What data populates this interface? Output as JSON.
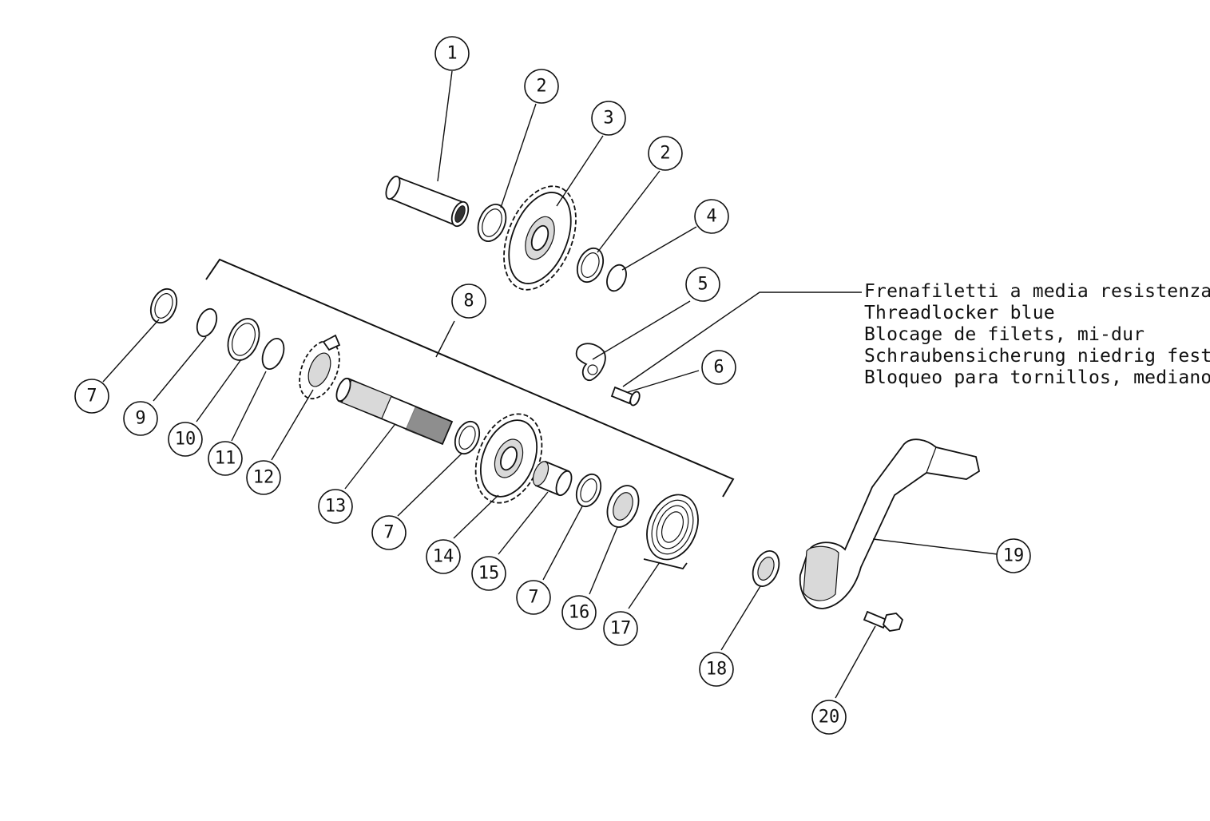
{
  "callouts": [
    {
      "id": "c1",
      "label": "1"
    },
    {
      "id": "c2a",
      "label": "2"
    },
    {
      "id": "c3",
      "label": "3"
    },
    {
      "id": "c2b",
      "label": "2"
    },
    {
      "id": "c4",
      "label": "4"
    },
    {
      "id": "c5",
      "label": "5"
    },
    {
      "id": "c6",
      "label": "6"
    },
    {
      "id": "c8",
      "label": "8"
    },
    {
      "id": "c7a",
      "label": "7"
    },
    {
      "id": "c9",
      "label": "9"
    },
    {
      "id": "c10",
      "label": "10"
    },
    {
      "id": "c11",
      "label": "11"
    },
    {
      "id": "c12",
      "label": "12"
    },
    {
      "id": "c13",
      "label": "13"
    },
    {
      "id": "c7b",
      "label": "7"
    },
    {
      "id": "c14",
      "label": "14"
    },
    {
      "id": "c15",
      "label": "15"
    },
    {
      "id": "c7c",
      "label": "7"
    },
    {
      "id": "c16",
      "label": "16"
    },
    {
      "id": "c17",
      "label": "17"
    },
    {
      "id": "c18",
      "label": "18"
    },
    {
      "id": "c19",
      "label": "19"
    },
    {
      "id": "c20",
      "label": "20"
    }
  ],
  "note": {
    "lines": [
      "Frenafiletti a media resistenza",
      "Threadlocker blue",
      "Blocage de filets, mi-dur",
      "Schraubensicherung niedrig fest",
      "Bloqueo para tornillos, mediano"
    ]
  }
}
